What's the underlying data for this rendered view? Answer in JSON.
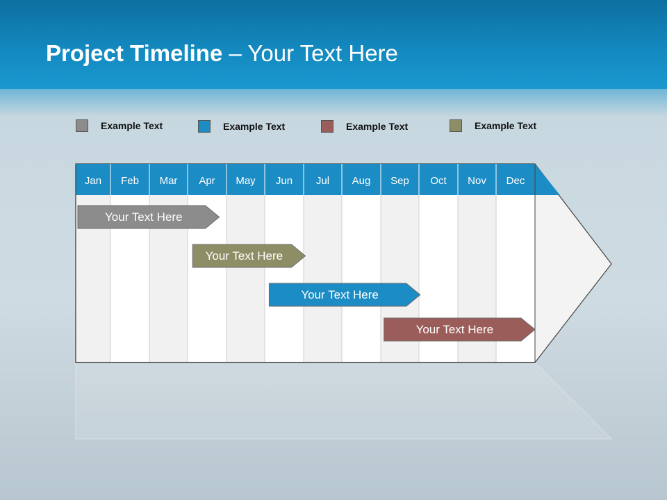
{
  "slide": {
    "title_bold": "Project Timeline",
    "title_rest": " – Your Text Here"
  },
  "legend": [
    {
      "label": "Example Text",
      "color": "#8c8c8c"
    },
    {
      "label": "Example Text",
      "color": "#1b8cc4"
    },
    {
      "label": "Example Text",
      "color": "#9b5d5a"
    },
    {
      "label": "Example Text",
      "color": "#8e8e66"
    }
  ],
  "timeline": {
    "months": [
      "Jan",
      "Feb",
      "Mar",
      "Apr",
      "May",
      "Jun",
      "Jul",
      "Aug",
      "Sep",
      "Oct",
      "Nov",
      "Dec"
    ],
    "header_color": "#1b8cc4",
    "tasks": [
      {
        "label": "Your  Text Here",
        "start": 0.0,
        "end": 3.75,
        "color": "#8c8c8c"
      },
      {
        "label": "Your  Text Here",
        "start": 3.0,
        "end": 6.0,
        "color": "#8e8e66"
      },
      {
        "label": "Your  Text Here",
        "start": 5.0,
        "end": 9.0,
        "color": "#1b8cc4"
      },
      {
        "label": "Your  Text Here",
        "start": 8.0,
        "end": 12.0,
        "color": "#9b5d5a"
      }
    ]
  }
}
